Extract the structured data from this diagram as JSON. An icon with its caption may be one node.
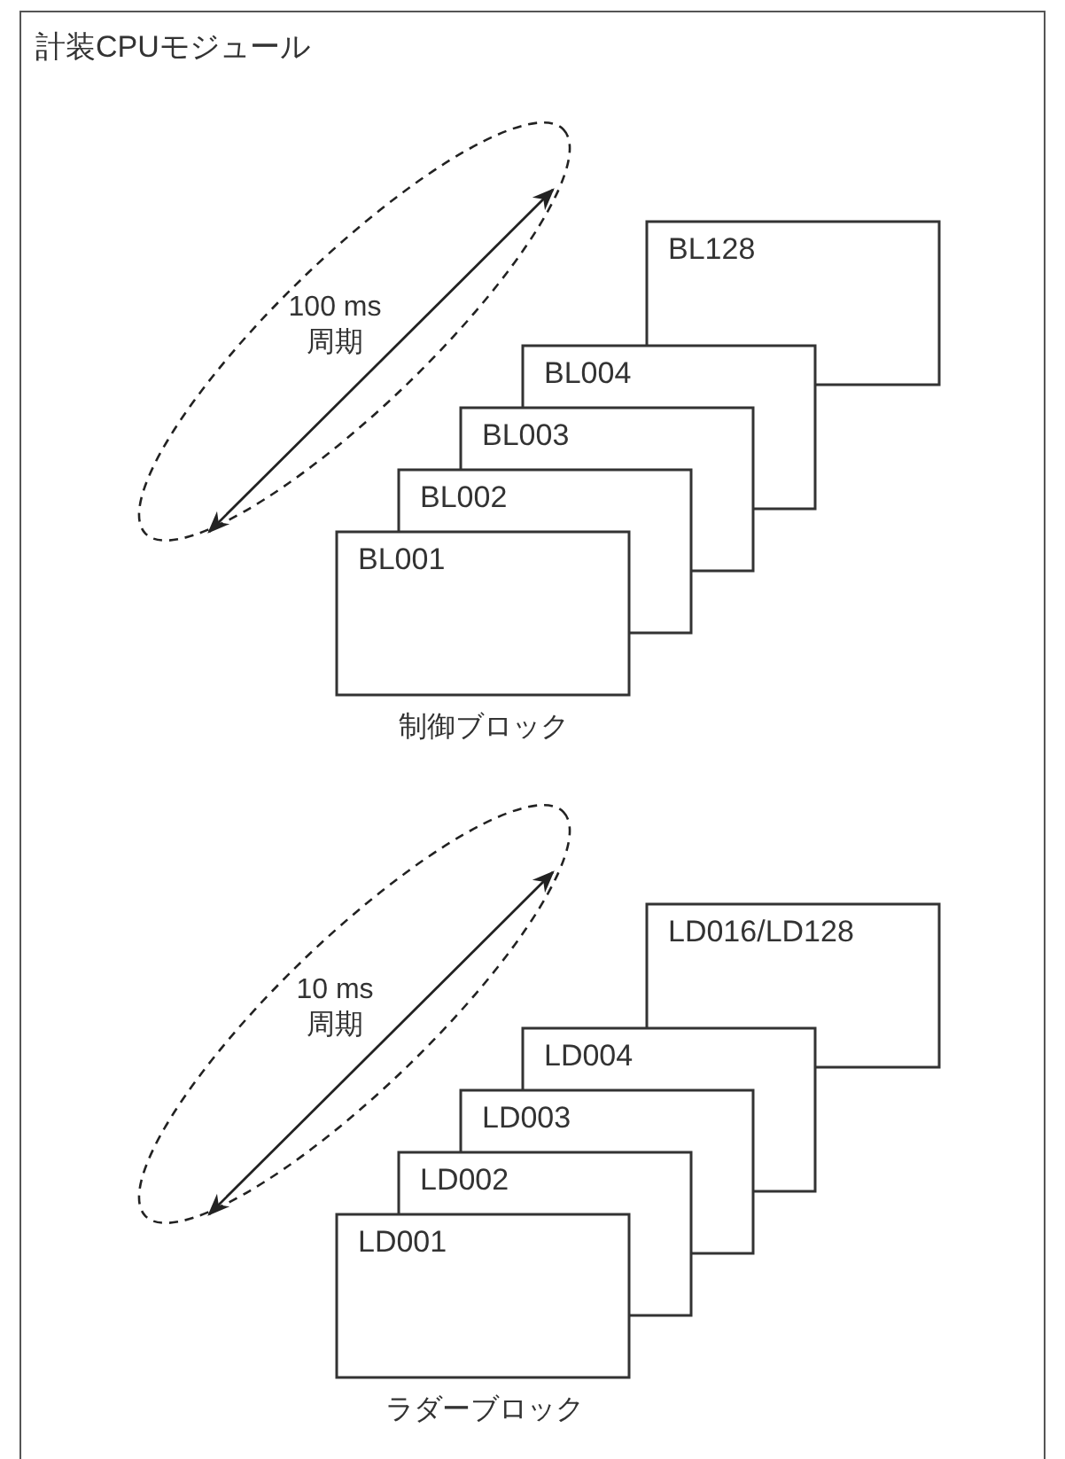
{
  "diagram": {
    "nodes": [
      {
        "text": [
          "計装CPUモジュール"
        ]
      },
      {
        "text": [
          "BL128"
        ],
        "in": 0
      },
      {
        "text": [
          "BL004"
        ],
        "in": 0
      },
      {
        "text": [
          "BL003"
        ],
        "in": 0
      },
      {
        "text": [
          "BL002"
        ],
        "in": 0
      },
      {
        "text": [
          "BL001"
        ],
        "in": 0
      },
      {
        "text": [
          "LD016/LD128"
        ],
        "in": 0
      },
      {
        "text": [
          "LD004"
        ],
        "in": 0
      },
      {
        "text": [
          "LD003"
        ],
        "in": 0
      },
      {
        "text": [
          "LD002"
        ],
        "in": 0
      },
      {
        "text": [
          "LD001"
        ],
        "in": 0
      }
    ],
    "labels": [
      "100 ms 周期",
      "制御ブロック",
      "10 ms 周期",
      "ラダーブロック"
    ]
  }
}
